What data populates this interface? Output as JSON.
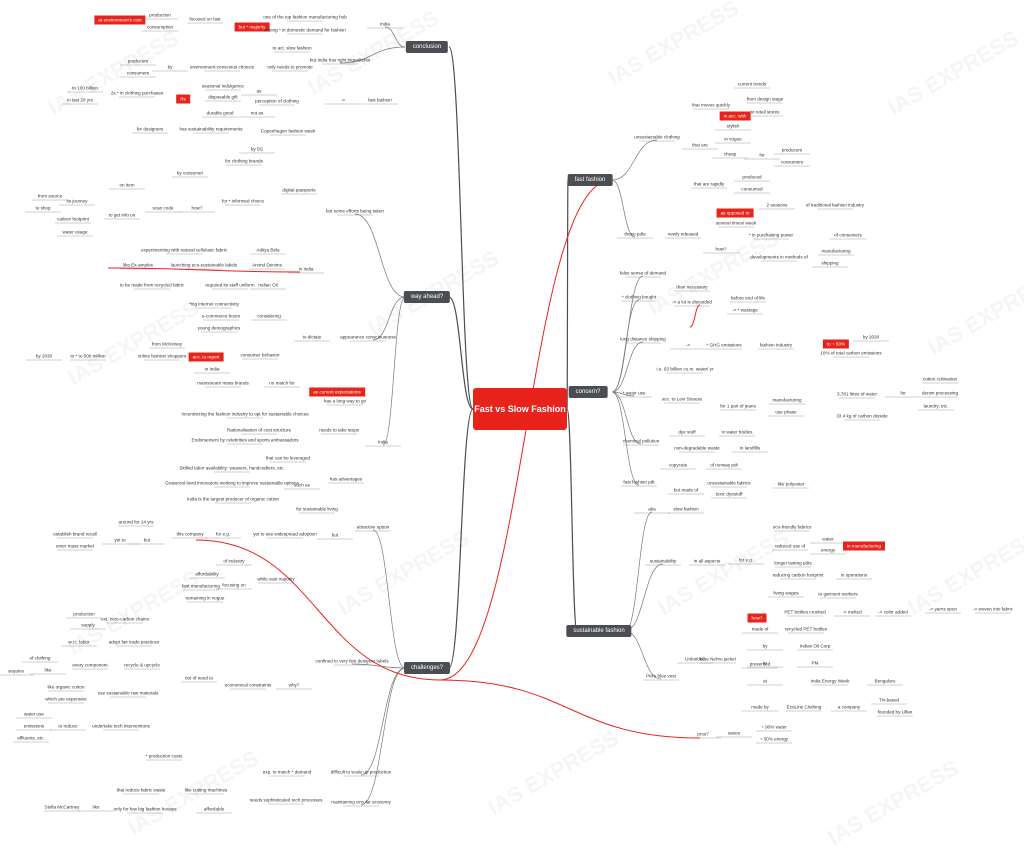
{
  "watermark": "IAS EXPRESS",
  "center": {
    "title": "Fast vs Slow Fashion"
  },
  "colors": {
    "accent": "#e8231b",
    "hub": "#4a4d52",
    "line": "#666666"
  },
  "hubs": {
    "conclusion": "conclusion",
    "way_ahead": "way ahead?",
    "challenges": "challenges?",
    "fast_fashion": "fast fashion",
    "concern": "concern?",
    "sustainable_fashion": "sustainable fashion"
  },
  "red_tags": {
    "environment_cost": "at environment's cost",
    "but_majority": "but * majority",
    "rs": "Rs",
    "acc_to_report": "acc. to report",
    "as_current_expectations": "as current expectations",
    "as_opposed_to": "as opposed to",
    "inc_with": "in acc. with",
    "to_50": "to ~ 50%",
    "in_manufacturing": "in manufacturing",
    "how": "how?"
  },
  "labels": {
    "production": "production",
    "consumption": "consumption",
    "focused_on_fast": "focused on fast",
    "one_of_top": "one of the top fashion manufacturing hub",
    "seeing_increase": "seeing * in domestic demand for fashion",
    "india_c": "India",
    "to_act_slow": "to act. slow fashion",
    "but_india_ingredients": "but India has right ingredients",
    "producers_c": "producers",
    "consumers_c": "consumers",
    "by_c": "by",
    "env_conscious": "environment-conscious choices",
    "only_needs": "only needs to promote",
    "to_100_billion": "to 100 billion",
    "in_last_20": "in last 20 yrs",
    "2x_purchases": "2x * in clothing purchases",
    "seasonal": "seasonal indulgence",
    "disposable": "disposable gift",
    "durable": "durable good",
    "as": "as",
    "not_as": "not as",
    "perception": "perception of clothing",
    "arrow": "->",
    "fast_fashion_c": "fast fashion",
    "for_designers": "for designers",
    "has_sustainability": "has sustainability requirements",
    "copenhagen": "Copenhagen fashion week",
    "by_5g": "by 5G",
    "for_clothing_brands": "for clothing brands",
    "by_consumer": "by consumer",
    "from_source": "from source",
    "its_journey": "its journey",
    "to_shop": "to shop",
    "carbon_footprint": "carbon footprint",
    "water_usage": "water usage",
    "on_item": "on item",
    "to_get_info": "to get info on",
    "scan_code": "scan code",
    "how_q": "how?",
    "informed_choice": "for * informed choice",
    "digital_passports": "digital passports",
    "efforts_taken": "but some efforts being taken",
    "experimenting": "experimenting with natural cellulosic fabric",
    "aditya_birla": "Aditya Birla",
    "like_ex": "like Ex-amples",
    "launching_eco": "launching eco-sustainable labels",
    "arvind": "Arvind Denims",
    "to_be_made": "to be made from recycled fabric",
    "required_uniform": "required its staff uniform",
    "indian_oil": "Indian Oil",
    "in_india_w": "in India",
    "internet_connectivity": "*ing internet connectivity",
    "ecommerce": "e-commerce boom",
    "young_demographics": "young demographics",
    "considering": "considering",
    "to_dictate": "to dictate",
    "appearance": "appearance consciousness",
    "from_mckinsey": "from McKinsey",
    "to_2030": "by 2030",
    "to_500_million": "to * to 500 million",
    "online_shoppers": "online fashion shoppers",
    "consumer_behavior": "consumer behavior",
    "in_india_cb": "in India",
    "mainstream_brands": "mainstream mass brands",
    "no_match": "no match for",
    "long_way": "has a long way to go",
    "incentivizing": "Incentivizing the fashion industry to opt for sustainable choices",
    "rationalisation": "Rationalisation of cost structure",
    "endorsement": "Endorsement by celebrities and sports ambassadors",
    "needs_steps": "needs to take steps",
    "india_w": "India",
    "that_can_be": "that can be leveraged",
    "skilled_labor": "Skilled labor availability: weavers, handcrafters, etc.",
    "grassroot": "Grassroot level innovators working to improve sustainable options",
    "largest_producer": "India is the largest producer of organic cotton",
    "such_as": "such as",
    "has_advantages": "has advantages",
    "for_sustainable": "for sustainable living",
    "but_ch": "but",
    "attractive_option": "attractive option",
    "around_14": "around for 14 yrs",
    "this_company": "this company",
    "establish_brand": "establish brand recall",
    "enter_mass": "enter mass market",
    "yet_to": "yet to",
    "but2": "but",
    "for_eg": "for e.g.",
    "yet_widespread": "yet to see widespread adoption",
    "of_industry": "of industry",
    "affordability": "affordability",
    "fast_manufacturing": "fast manufacturing",
    "remaining_vogue": "remaining in vogue",
    "focusing_on": "focusing on",
    "while_vast": "while vast majority",
    "production_ch": "production",
    "supply": "supply",
    "zero_carbon": "ext. zero-carbon chains",
    "wrt_labor": "w.r.t. labor",
    "fair_practices": "adopt fair trade practices",
    "of_clothing": "of clothing",
    "sequins": "sequins",
    "like_s": "like",
    "every_component": "every component",
    "recycle": "recycle & upcycle",
    "organic_cotton": "like organic cotton",
    "which_expensive": "which are expensive",
    "use_materials": "use sustainable raw materials",
    "water_use": "water use",
    "emissions": "emissions",
    "effluents": "effluents, etc.",
    "to_reduce": "to reduce",
    "tech_interventions": "undertake tech interventions",
    "production_costs": "* production costs",
    "out_of_need": "out of need to",
    "economical_constraints": "economical constraints",
    "why_q": "why?",
    "confined": "confined to very few designer labels",
    "exp_match": "exp. to match * demand",
    "difficult_scale": "difficult to scale up production",
    "that_reduce_waste": "that reduce fabric waste",
    "like_cutting": "like cutting machines",
    "stella": "Stella McCartney",
    "like_stella": "like",
    "only_big_houses": "only for few big fashion houses",
    "affordable": "affordable",
    "sophisticated_tech": "needs sophisticated tech processes",
    "maintaining_circular": "maintaining circular economy",
    "current_trends": "current trends",
    "from_design": "from design stage",
    "to_retail": "to retail stores",
    "that_moves_quickly": "that moves quickly",
    "stylish": "stylish",
    "in_vogue": "in vogue",
    "cheap": "cheap",
    "for_ff": "for",
    "producers_ff": "producers",
    "consumers_ff": "consumers",
    "that_are": "that are",
    "produced": "produced",
    "consumed": "consumed",
    "that_are_rapidly": "that are rapidly",
    "unsustainable_clothing": "unsustainable clothing",
    "2_seasons": "2 seasons",
    "traditional_industry": "of traditional fashion industry",
    "several_times": "several times/ week",
    "purchasing_power": "* in purchasing power",
    "of_consumers": "of consumers",
    "manufacturing_ff": "manufacturing",
    "shipping": "shipping",
    "developments": "developments in methods of",
    "how_ff": "how?",
    "newly_released": "newly released",
    "these_pdts": "these pdts",
    "false_demand": "false sense of demand",
    "than_necessary": "than necessary",
    "before_end_life": "before end of life",
    "wastage": "-> * wastage",
    "lot_discarded": "-> a lot is discarded",
    "clothing_bought": "* clothing bought",
    "by_2030": "by 2030",
    "ten_percent": "10% of total carbon emissions",
    "fashion_industry": "fashion industry",
    "ghg_emissions": "* GHG emissions",
    "arrow_ls": "->",
    "long_distance": "long distance shipping",
    "ie_93_billion": "i.e. 93 billion cu.m. water/ yr",
    "cotton_cultivation": "cotton cultivation",
    "denim_processing": "denim processing",
    "laundry_etc": "laundry, etc.",
    "for_w": "for",
    "litres_water": "3,781 litres of water",
    "kg_co2": "33.4 kg of carbon dioxide",
    "manufacturing_w": "manufacturing",
    "use_phase": "use phase",
    "for_levis": "for 1 pair of jeans",
    "acc_levis": "acc. to Levi Strauss",
    "water_use_c": "* water use",
    "dye_stuff": "dye stuff",
    "in_water_bodies": "in water bodies",
    "non_degradable": "non-degradable waste",
    "in_landfills": "in landfills",
    "chemical_pollution": "chemical pollution",
    "copycats": "copycats",
    "of_runway": "of runway pdt",
    "unsustainable_fabrics": "unsustainable fabrics",
    "like_polyester": "like polyester",
    "toxic_dyestuff": "toxic dyestuff",
    "but_made_of": "but made of",
    "fast_fashion_pdt": "fast fashion pdt",
    "aka": "aka",
    "slow_fashion": "slow fashion",
    "eco_friendly": "eco-friendly fabrics",
    "water_s": "water",
    "energy_s": "energy",
    "reduced_use": "reduced use of",
    "longer_lasting": "longer lasting pdts",
    "carbon_footprint_s": "reducing carbon footprint",
    "in_operations": "in operations",
    "living_wages": "living wages",
    "to_garment_workers": "to garment workers",
    "for_eg_s": "for e.g.",
    "in_all_aspects": "in all aspects",
    "sustainability": "sustainability",
    "pet_crushed": "PET bottles crushed",
    "melted": "-> melted",
    "color_added": "-> color added",
    "yarns_spun": "-> yarns spun",
    "woven_fabric": "-> woven into fabric",
    "made_of": "made of",
    "recycled_pet": "recycled PET bottles",
    "by_pm": "by",
    "indian_oil_corp": "Indian Oil Corp",
    "to_pm": "to",
    "pm": "PM",
    "at_pm": "at",
    "india_energy": "India Energy Week",
    "bengaluru": "Bengaluru",
    "presented": "presented",
    "unbottled": "Unbottled",
    "blue_nehru": "blue Nehru jacket",
    "ecoline": "EcoLine Clothing",
    "tn_based": "TN-based",
    "founded_by": "founded by Ulfan",
    "a_company": "a company",
    "made_by": "made by",
    "saves_water": "~ 90% water",
    "saves_energy": "~ 50% energy",
    "saves": "saves",
    "pros": "pros?",
    "pms_blue_vest": "PM's blue vest"
  }
}
